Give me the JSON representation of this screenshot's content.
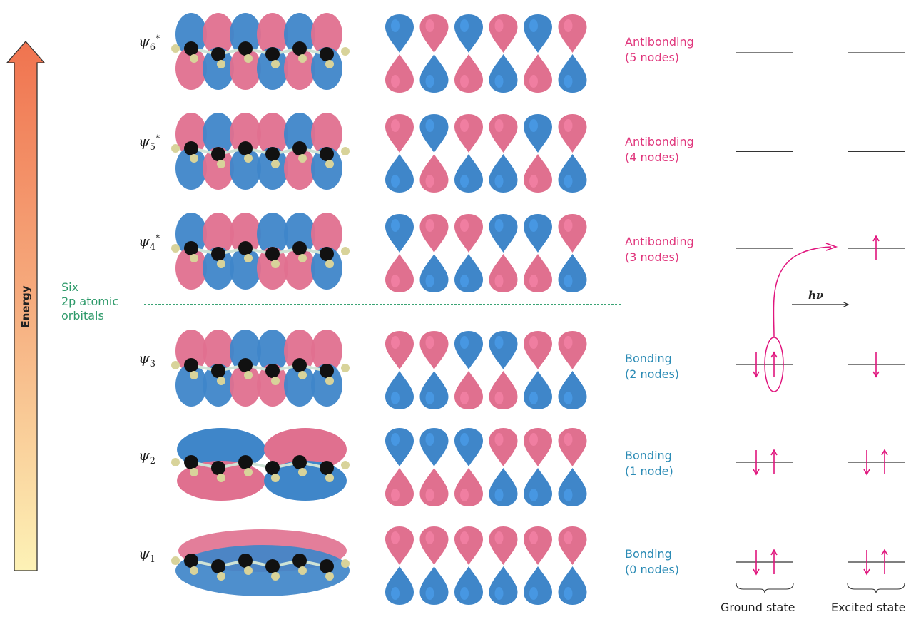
{
  "energy_axis": {
    "label": "Energy"
  },
  "divider": {
    "label": [
      "Six",
      "2p atomic",
      "orbitals"
    ]
  },
  "orbitals": [
    {
      "id": "psi6",
      "symbol": "ψ",
      "subscript": "6",
      "star": "*",
      "type": "Antibonding",
      "nodes_text": "(5 nodes)",
      "kind": "anti",
      "lobes": [
        "blue",
        "red",
        "blue",
        "red",
        "blue",
        "red"
      ],
      "ground_electrons": [],
      "excited_electrons": []
    },
    {
      "id": "psi5",
      "symbol": "ψ",
      "subscript": "5",
      "star": "*",
      "type": "Antibonding",
      "nodes_text": "(4 nodes)",
      "kind": "anti",
      "lobes": [
        "red",
        "blue",
        "red",
        "red",
        "blue",
        "red"
      ],
      "ground_electrons": [],
      "excited_electrons": []
    },
    {
      "id": "psi4",
      "symbol": "ψ",
      "subscript": "4",
      "star": "*",
      "type": "Antibonding",
      "nodes_text": "(3 nodes)",
      "kind": "anti",
      "lobes": [
        "blue",
        "red",
        "red",
        "blue",
        "blue",
        "red"
      ],
      "ground_electrons": [],
      "excited_electrons": [
        "up"
      ]
    },
    {
      "id": "psi3",
      "symbol": "ψ",
      "subscript": "3",
      "star": "",
      "type": "Bonding",
      "nodes_text": "(2 nodes)",
      "kind": "bond",
      "lobes": [
        "red",
        "red",
        "blue",
        "blue",
        "red",
        "red"
      ],
      "ground_electrons": [
        "down",
        "up"
      ],
      "excited_electrons": [
        "down"
      ]
    },
    {
      "id": "psi2",
      "symbol": "ψ",
      "subscript": "2",
      "star": "",
      "type": "Bonding",
      "nodes_text": "(1 node)",
      "kind": "bond",
      "lobes": [
        "blue",
        "blue",
        "blue",
        "red",
        "red",
        "red"
      ],
      "ground_electrons": [
        "down",
        "up"
      ],
      "excited_electrons": [
        "down",
        "up"
      ]
    },
    {
      "id": "psi1",
      "symbol": "ψ",
      "subscript": "1",
      "star": "",
      "type": "Bonding",
      "nodes_text": "(0 nodes)",
      "kind": "bond",
      "lobes": [
        "red",
        "red",
        "red",
        "red",
        "red",
        "red"
      ],
      "ground_electrons": [
        "down",
        "up"
      ],
      "excited_electrons": [
        "down",
        "up"
      ]
    }
  ],
  "transition": {
    "label": "hν"
  },
  "states": {
    "ground": "Ground state",
    "excited": "Excited state"
  },
  "colors": {
    "lobe_red": "#e0708f",
    "lobe_blue": "#3f86c9",
    "antibonding_text": "#e0367c",
    "bonding_text": "#2b8bb5",
    "divider": "#3aa374",
    "electron_arrow": "#e0157d",
    "energy_top": "#f0734f",
    "energy_bottom": "#fdf2b6"
  }
}
